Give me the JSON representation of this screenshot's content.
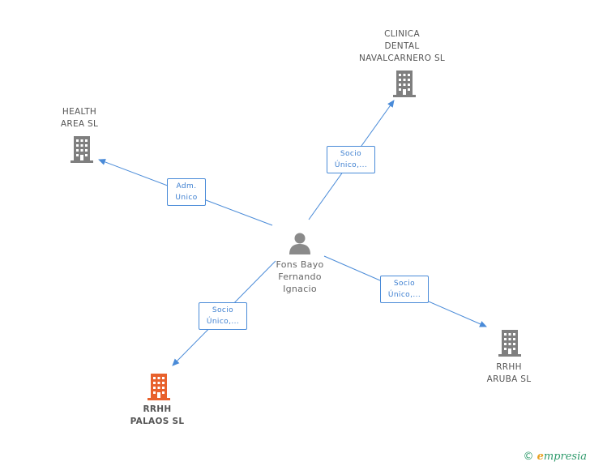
{
  "center": {
    "name": "Fons Bayo\nFernando\nIgnacio",
    "icon": "person-icon"
  },
  "companies": [
    {
      "id": "health",
      "name": "HEALTH\nAREA SL",
      "icon": "building-icon",
      "color": "#7f7f7f"
    },
    {
      "id": "clinica",
      "name": "CLINICA\nDENTAL\nNAVALCARNERO SL",
      "icon": "building-icon",
      "color": "#7f7f7f"
    },
    {
      "id": "aruba",
      "name": "RRHH\nARUBA  SL",
      "icon": "building-icon",
      "color": "#7f7f7f"
    },
    {
      "id": "palaos",
      "name": "RRHH\nPALAOS SL",
      "icon": "building-icon",
      "color": "#e8612c"
    }
  ],
  "relations": [
    {
      "to": "health",
      "label": "Adm.\nUnico"
    },
    {
      "to": "clinica",
      "label": "Socio\nÚnico,..."
    },
    {
      "to": "aruba",
      "label": "Socio\nÚnico,..."
    },
    {
      "to": "palaos",
      "label": "Socio\nÚnico,..."
    }
  ],
  "colors": {
    "edge": "#4a8bd8",
    "person": "#8a8a8a"
  },
  "footer": {
    "copyright": "©",
    "brand_e": "e",
    "brand_rest": "mpresia"
  }
}
